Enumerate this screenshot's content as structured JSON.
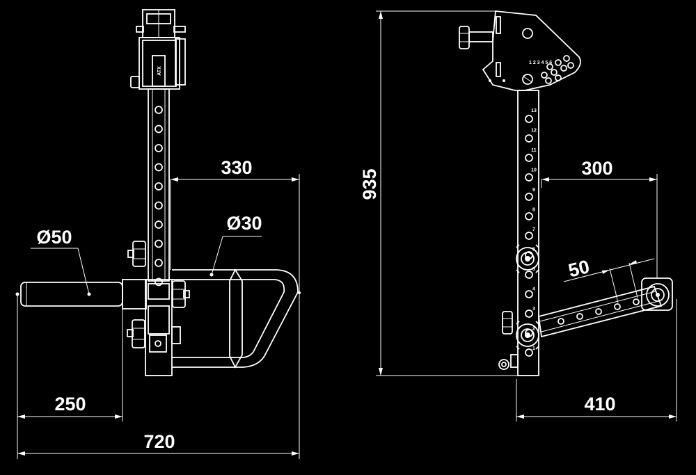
{
  "dimensions": {
    "d330": "330",
    "d50dia": "Ø50",
    "d30dia": "Ø30",
    "d250": "250",
    "d720": "720",
    "d935": "935",
    "d300": "300",
    "d50": "50",
    "d410": "410"
  },
  "logo": {
    "text": "ATX"
  },
  "scale_numbers": [
    "13",
    "12",
    "11",
    "10",
    "9",
    "8",
    "7",
    "6",
    "5",
    "4",
    "3",
    "2",
    "1"
  ],
  "dial_numbers": "1 2 3 4 5 6"
}
